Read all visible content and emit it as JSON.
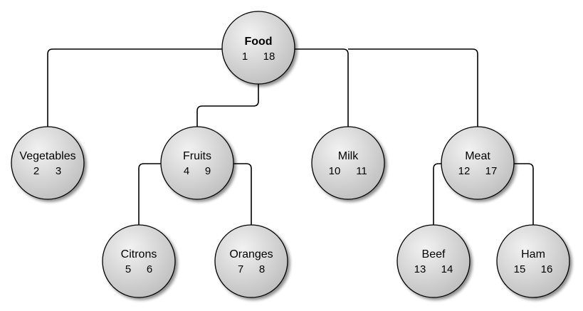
{
  "nodes": [
    {
      "id": "food",
      "label": "Food",
      "left": "1",
      "right": "18",
      "bold": true
    },
    {
      "id": "vegetables",
      "label": "Vegetables",
      "left": "2",
      "right": "3"
    },
    {
      "id": "fruits",
      "label": "Fruits",
      "left": "4",
      "right": "9"
    },
    {
      "id": "citrons",
      "label": "Citrons",
      "left": "5",
      "right": "6"
    },
    {
      "id": "oranges",
      "label": "Oranges",
      "left": "7",
      "right": "8"
    },
    {
      "id": "milk",
      "label": "Milk",
      "left": "10",
      "right": "11"
    },
    {
      "id": "meat",
      "label": "Meat",
      "left": "12",
      "right": "17"
    },
    {
      "id": "beef",
      "label": "Beef",
      "left": "13",
      "right": "14"
    },
    {
      "id": "ham",
      "label": "Ham",
      "left": "15",
      "right": "16"
    }
  ],
  "edges": [
    {
      "from": "food",
      "to": "vegetables"
    },
    {
      "from": "food",
      "to": "fruits"
    },
    {
      "from": "food",
      "to": "milk"
    },
    {
      "from": "food",
      "to": "meat"
    },
    {
      "from": "fruits",
      "to": "citrons"
    },
    {
      "from": "fruits",
      "to": "oranges"
    },
    {
      "from": "meat",
      "to": "beef"
    },
    {
      "from": "meat",
      "to": "ham"
    }
  ],
  "colors": {
    "node_fill_light": "#f2f2f2",
    "node_fill_dark": "#bdbdbd",
    "stroke": "#000000",
    "shadow": "#9a9a9a"
  }
}
